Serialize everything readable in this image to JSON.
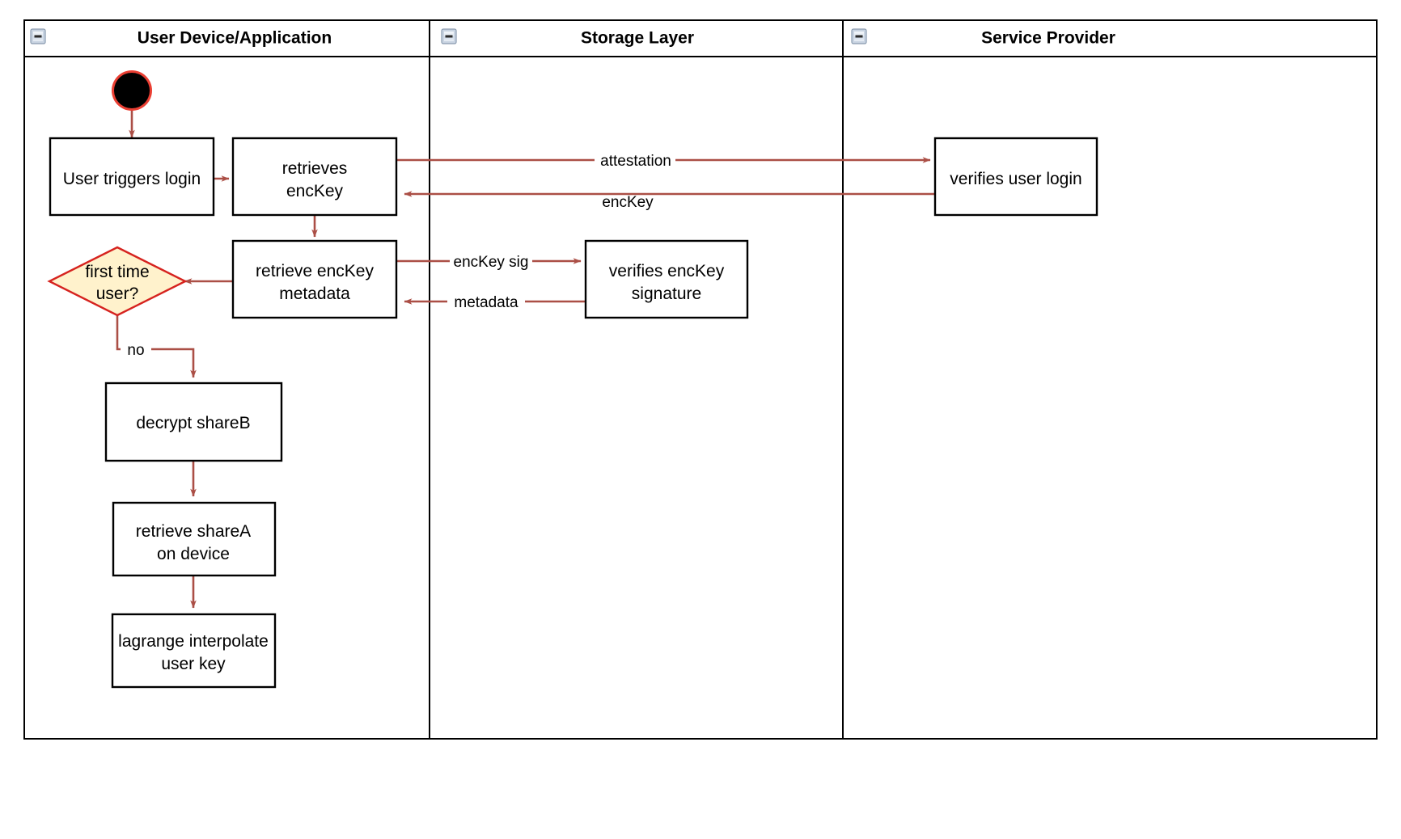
{
  "diagram": {
    "type": "swimlane-activity-diagram",
    "title_visible": false,
    "colors": {
      "edge": "#ab4f46",
      "decision_fill": "#fff2cc",
      "decision_stroke": "#d6231f",
      "start_ring": "#ea3f33",
      "node_stroke": "#000000",
      "lane_stroke": "#000000",
      "background": "#ffffff"
    },
    "lanes": [
      {
        "id": "lane-user-device",
        "title": "User Device/Application",
        "collapse_icon": "collapse-minus-icon"
      },
      {
        "id": "lane-storage",
        "title": "Storage Layer",
        "collapse_icon": "collapse-minus-icon"
      },
      {
        "id": "lane-service-provider",
        "title": "Service Provider",
        "collapse_icon": "collapse-minus-icon"
      }
    ],
    "nodes": [
      {
        "id": "start",
        "lane": "lane-user-device",
        "shape": "start-circle",
        "label": ""
      },
      {
        "id": "user-triggers-login",
        "lane": "lane-user-device",
        "shape": "rect",
        "label": "User triggers login"
      },
      {
        "id": "retrieves-enckey",
        "lane": "lane-user-device",
        "shape": "rect",
        "label": "retrieves\nencKey",
        "line1": "retrieves",
        "line2": "encKey"
      },
      {
        "id": "retrieve-enckey-metadata",
        "lane": "lane-user-device",
        "shape": "rect",
        "label": "retrieve encKey\nmetadata",
        "line1": "retrieve encKey",
        "line2": "metadata"
      },
      {
        "id": "first-time-user",
        "lane": "lane-user-device",
        "shape": "diamond",
        "label": "first time\nuser?",
        "line1": "first time",
        "line2": "user?"
      },
      {
        "id": "decrypt-shareb",
        "lane": "lane-user-device",
        "shape": "rect",
        "label": "decrypt shareB"
      },
      {
        "id": "retrieve-sharea-on-device",
        "lane": "lane-user-device",
        "shape": "rect",
        "label": "retrieve shareA\non device",
        "line1": "retrieve shareA",
        "line2": "on device"
      },
      {
        "id": "lagrange-interpolate-user-key",
        "lane": "lane-user-device",
        "shape": "rect",
        "label": "lagrange interpolate\nuser key",
        "line1": "lagrange interpolate",
        "line2": "user key"
      },
      {
        "id": "verifies-enckey-signature",
        "lane": "lane-storage",
        "shape": "rect",
        "label": "verifies encKey\nsignature",
        "line1": "verifies encKey",
        "line2": "signature"
      },
      {
        "id": "verifies-user-login",
        "lane": "lane-service-provider",
        "shape": "rect",
        "label": "verifies user login"
      }
    ],
    "edges": [
      {
        "id": "edge-start-to-login",
        "from": "start",
        "to": "user-triggers-login",
        "label": ""
      },
      {
        "id": "edge-login-to-retrieves",
        "from": "user-triggers-login",
        "to": "retrieves-enckey",
        "label": ""
      },
      {
        "id": "edge-retrieves-to-sp",
        "from": "retrieves-enckey",
        "to": "verifies-user-login",
        "label": "attestation"
      },
      {
        "id": "edge-sp-to-retrieves",
        "from": "verifies-user-login",
        "to": "retrieves-enckey",
        "label": "encKey"
      },
      {
        "id": "edge-retrieves-to-metadata",
        "from": "retrieves-enckey",
        "to": "retrieve-enckey-metadata",
        "label": ""
      },
      {
        "id": "edge-metadata-to-storage",
        "from": "retrieve-enckey-metadata",
        "to": "verifies-enckey-signature",
        "label": "encKey sig"
      },
      {
        "id": "edge-storage-to-metadata",
        "from": "verifies-enckey-signature",
        "to": "retrieve-enckey-metadata",
        "label": "metadata"
      },
      {
        "id": "edge-metadata-to-decision",
        "from": "retrieve-enckey-metadata",
        "to": "first-time-user",
        "label": ""
      },
      {
        "id": "edge-decision-to-decrypt",
        "from": "first-time-user",
        "to": "decrypt-shareb",
        "label": "no"
      },
      {
        "id": "edge-decrypt-to-sharea",
        "from": "decrypt-shareb",
        "to": "retrieve-sharea-on-device",
        "label": ""
      },
      {
        "id": "edge-sharea-to-lagrange",
        "from": "retrieve-sharea-on-device",
        "to": "lagrange-interpolate-user-key",
        "label": ""
      }
    ],
    "edge_labels": {
      "attestation": "attestation",
      "enckey": "encKey",
      "enckey_sig": "encKey sig",
      "metadata": "metadata",
      "no": "no"
    }
  }
}
